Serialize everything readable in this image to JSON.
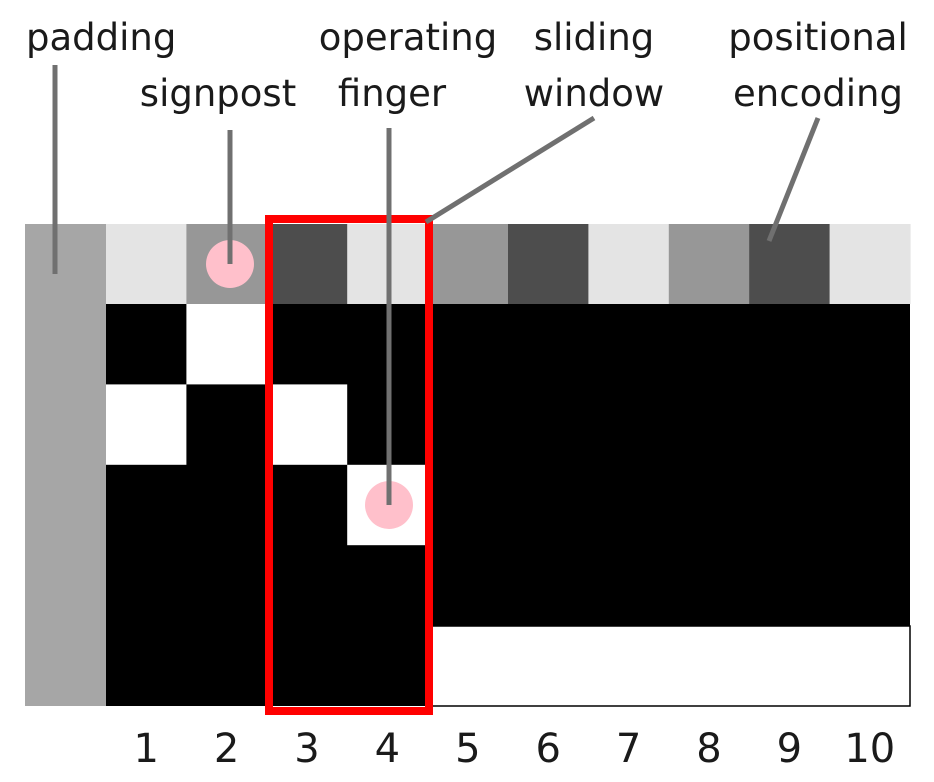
{
  "labels": {
    "padding": "padding",
    "signpost": "signpost",
    "operating_finger_1": "operating",
    "operating_finger_2": "finger",
    "sliding_window_1": "sliding",
    "sliding_window_2": "window",
    "positional_encoding_1": "positional",
    "positional_encoding_2": "encoding"
  },
  "column_numbers": [
    "1",
    "2",
    "3",
    "4",
    "5",
    "6",
    "7",
    "8",
    "9",
    "10"
  ],
  "grid": {
    "columns": 10,
    "data_rows": 5,
    "positional_encoding_shades": [
      "light",
      "mid",
      "dark",
      "light",
      "mid",
      "dark",
      "light",
      "mid",
      "dark",
      "light"
    ],
    "white_cells": [
      {
        "row": 1,
        "col": 2
      },
      {
        "row": 2,
        "col": 1
      },
      {
        "row": 2,
        "col": 3
      },
      {
        "row": 3,
        "col": 4
      }
    ],
    "white_bottom_span_from_col": 5,
    "signpost_col": 2,
    "operating_finger": {
      "row": 3,
      "col": 4
    },
    "sliding_window_cols": [
      3,
      4
    ]
  },
  "colors": {
    "padding": "#a6a6a6",
    "pe_light": "#e4e4e4",
    "pe_mid": "#979797",
    "pe_dark": "#4d4d4d",
    "cell_black": "#000000",
    "cell_white": "#ffffff",
    "marker_pink": "#ffc0cb",
    "window_red": "#ff0000",
    "pointer_gray": "#707070"
  }
}
